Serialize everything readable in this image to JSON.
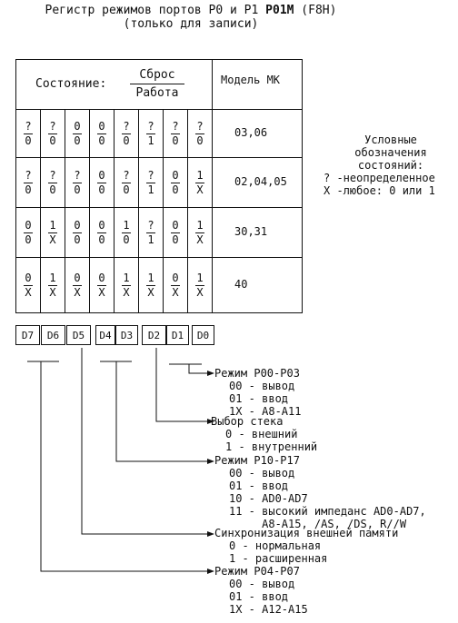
{
  "title": {
    "line1_prefix": "Регистр режимов портов P0 и P1 ",
    "line1_bold": "P01M",
    "line1_suffix": " (F8H)",
    "line2": "(только для записи)"
  },
  "table": {
    "state_label": "Состояние:",
    "reset_label": "Сброс",
    "work_label": "Работа",
    "model_header": "Модель МК",
    "rows": [
      {
        "cells": [
          [
            "?",
            "0"
          ],
          [
            "?",
            "0"
          ],
          [
            "0",
            "0"
          ],
          [
            "0",
            "0"
          ],
          [
            "?",
            "0"
          ],
          [
            "?",
            "1"
          ],
          [
            "?",
            "0"
          ],
          [
            "?",
            "0"
          ]
        ],
        "model": "03,06"
      },
      {
        "cells": [
          [
            "?",
            "0"
          ],
          [
            "?",
            "0"
          ],
          [
            "?",
            "0"
          ],
          [
            "0",
            "0"
          ],
          [
            "?",
            "0"
          ],
          [
            "?",
            "1"
          ],
          [
            "0",
            "0"
          ],
          [
            "1",
            "X"
          ]
        ],
        "model": "02,04,05"
      },
      {
        "cells": [
          [
            "0",
            "0"
          ],
          [
            "1",
            "X"
          ],
          [
            "0",
            "0"
          ],
          [
            "0",
            "0"
          ],
          [
            "1",
            "0"
          ],
          [
            "?",
            "1"
          ],
          [
            "0",
            "0"
          ],
          [
            "1",
            "X"
          ]
        ],
        "model": "30,31"
      },
      {
        "cells": [
          [
            "0",
            "X"
          ],
          [
            "1",
            "X"
          ],
          [
            "0",
            "X"
          ],
          [
            "0",
            "X"
          ],
          [
            "1",
            "X"
          ],
          [
            "1",
            "X"
          ],
          [
            "0",
            "X"
          ],
          [
            "1",
            "X"
          ]
        ],
        "model": "40"
      }
    ]
  },
  "legend": {
    "lines": [
      "Условные",
      "обозначения",
      "состояний:",
      "? -неопределенное",
      "X -любое: 0 или 1"
    ]
  },
  "register": {
    "bits": [
      "D7",
      "D6",
      "D5",
      "D4",
      "D3",
      "D2",
      "D1",
      "D0"
    ]
  },
  "fields": [
    {
      "name": "Режим P00-P03",
      "options": [
        "00 - вывод",
        "01 - ввод",
        "1X - A8-A11"
      ]
    },
    {
      "name": "Выбор стека",
      "options": [
        "0 - внешний",
        "1 - внутренний"
      ]
    },
    {
      "name": "Режим P10-P17",
      "options": [
        "00 - вывод",
        "01 - ввод",
        "10 - AD0-AD7",
        "11 - высокий импеданс AD0-AD7,",
        "     A8-A15, /AS, /DS, R//W"
      ]
    },
    {
      "name": "Синхронизация внешней памяти",
      "options": [
        "0 - нормальная",
        "1 - расширенная"
      ]
    },
    {
      "name": "Режим P04-P07",
      "options": [
        "00 - вывод",
        "01 - ввод",
        "1X - A12-A15"
      ]
    }
  ]
}
